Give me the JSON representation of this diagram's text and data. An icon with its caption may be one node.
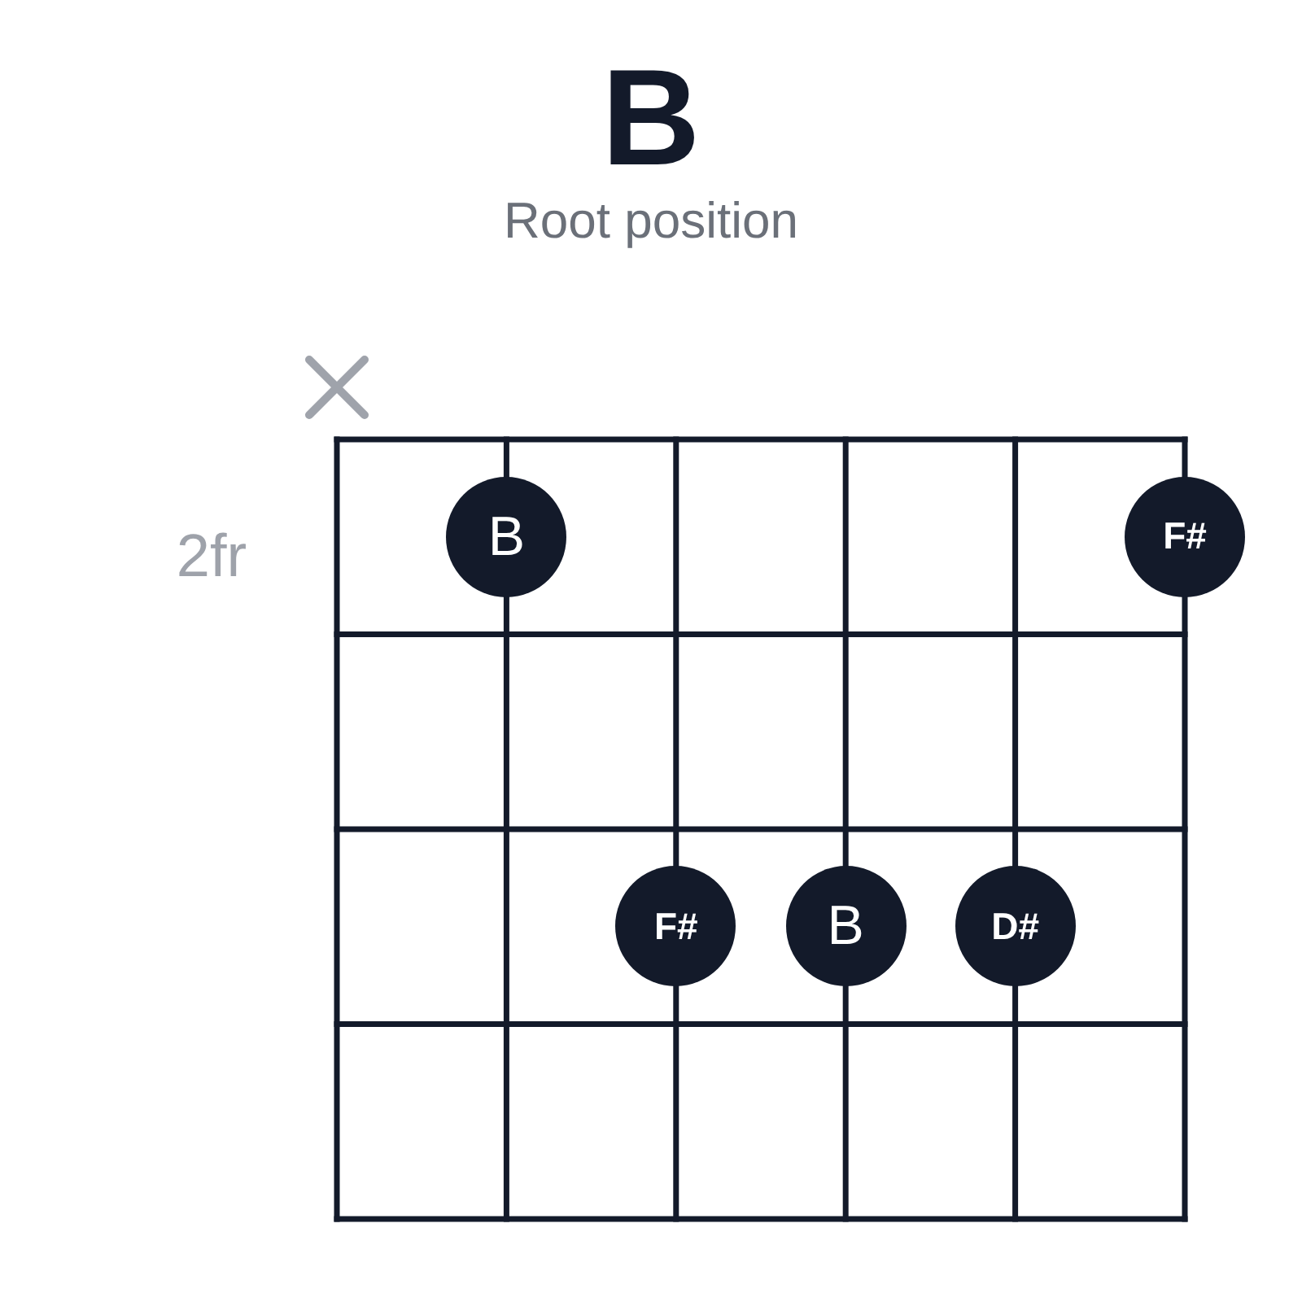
{
  "diagram": {
    "title": "B",
    "nodes": [
      {
        "text": [
          "B"
        ]
      },
      {
        "text": [
          "F#"
        ]
      },
      {
        "text": [
          "F#"
        ]
      },
      {
        "text": [
          "B"
        ]
      },
      {
        "text": [
          "D#"
        ]
      }
    ],
    "labels": [
      "Root position",
      "2fr"
    ]
  }
}
